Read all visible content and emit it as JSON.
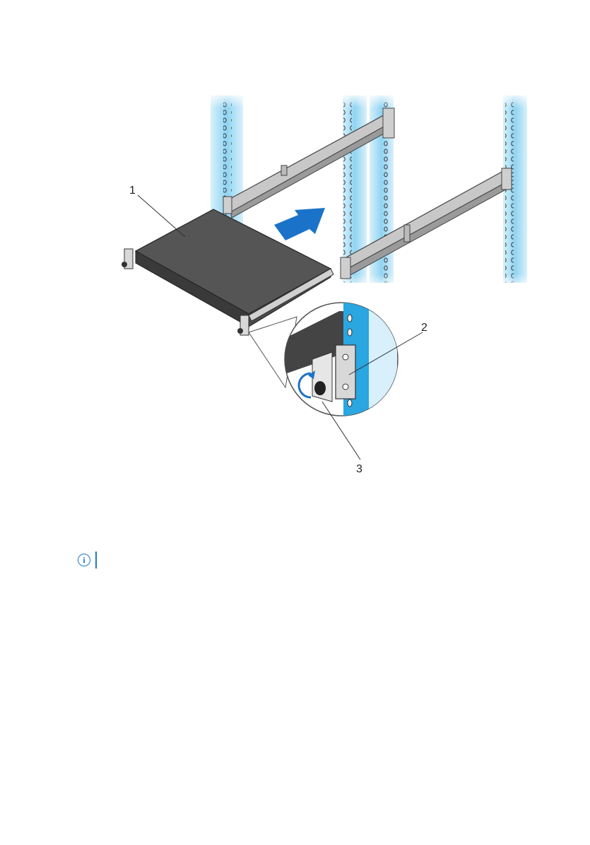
{
  "figure": {
    "callouts": [
      {
        "id": "1",
        "label": "1"
      },
      {
        "id": "2",
        "label": "2"
      },
      {
        "id": "3",
        "label": "3"
      }
    ],
    "colors": {
      "rack_post": "#8fd4f2",
      "rack_post_edge": "#4fb4e0",
      "arrow": "#1a73c9",
      "device_top": "#555555",
      "device_front": "#3a3a3a",
      "rail": "#bdbdbd"
    }
  },
  "note": {
    "icon": "info-icon",
    "text": ""
  }
}
